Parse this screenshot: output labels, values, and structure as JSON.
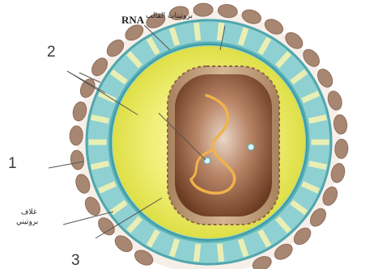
{
  "diagram": {
    "labels": {
      "rna": "RNA",
      "top_right_arabic": "بروتينات القالب",
      "bottom_left_arabic_line1": "غلاف",
      "bottom_left_arabic_line2": "بروتيني"
    },
    "numbers": [
      "1",
      "2",
      "3"
    ],
    "colors": {
      "spike": "#a88772",
      "spike_edge": "#8e6e5b",
      "envelope": "#7fc9cc",
      "envelope_dark": "#4fa7ad",
      "stripe": "#e9efb4",
      "matrix": "#e6ea4a",
      "core_outer": "#b79a7a",
      "core_inner": "#7b4a2c",
      "rna": "#f0b24a"
    }
  }
}
